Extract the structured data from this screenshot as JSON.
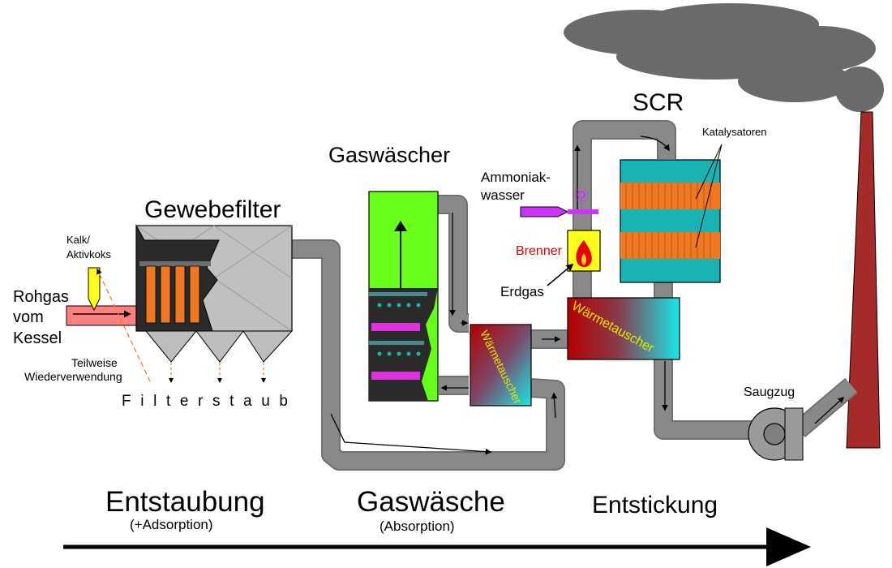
{
  "components": {
    "gewebefilter": "Gewebefilter",
    "gaswaescher": "Gaswäscher",
    "scr": "SCR",
    "katalysatoren": "Katalysatoren",
    "ammoniak_line1": "Ammoniak-",
    "ammoniak_line2": "wasser",
    "brenner": "Brenner",
    "erdgas": "Erdgas",
    "waermetauscher_1": "Wärmetauscher",
    "waermetauscher_2": "Wärmetauscher",
    "saugzug": "Saugzug",
    "kalk_line1": "Kalk/",
    "kalk_line2": "Aktivkoks",
    "rohgas_line1": "Rohgas",
    "rohgas_line2": "vom",
    "rohgas_line3": "Kessel",
    "teilweise_line1": "Teilweise",
    "teilweise_line2": "Wiederverwendung",
    "filterstaub": "Filterstaub"
  },
  "stages": {
    "entstaubung": "Entstaubung",
    "entstaubung_sub": "(+Adsorption)",
    "gaswaesche": "Gaswäsche",
    "gaswaesche_sub": "(Absorption)",
    "entstickung": "Entstickung"
  },
  "colors": {
    "pipe": "#898989",
    "pipe_edge": "#707070",
    "smoke": "#6a6a6a",
    "chimney": "#a52a2a",
    "filter_bags": "#f07820",
    "scrubber": "#66ff1a",
    "scr_body": "#1ab3b3",
    "catalyst": "#f07820",
    "heat_hot": "#b30000",
    "heat_cold": "#1ae6e6",
    "heat_text": "#e6e600",
    "brenner_text": "#e60000",
    "ammonia": "#cc33ff",
    "rohgas_pipe": "#ff8080",
    "kalk_feed": "#ffff1a"
  }
}
